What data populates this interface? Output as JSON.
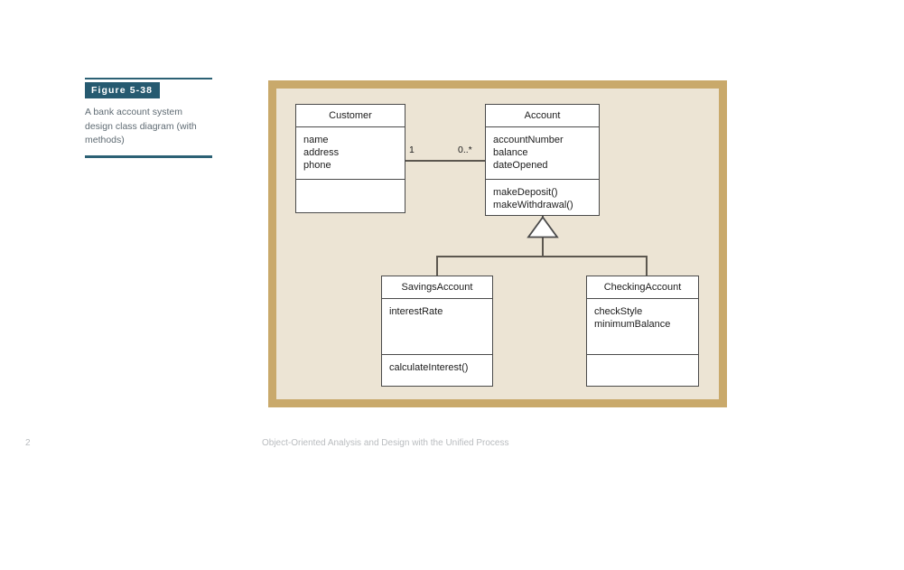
{
  "figure": {
    "badge_label": "Figure 5-38",
    "caption": "A bank account system design class diagram (with methods)",
    "accent_color": "#265a70"
  },
  "panel": {
    "fill_color": "#ece4d4",
    "border_color": "#c9a96b"
  },
  "diagram": {
    "type": "uml-class-diagram",
    "classes": [
      {
        "id": "customer",
        "name": "Customer",
        "attributes": [
          "name",
          "address",
          "phone"
        ],
        "methods": []
      },
      {
        "id": "account",
        "name": "Account",
        "attributes": [
          "accountNumber",
          "balance",
          "dateOpened"
        ],
        "methods": [
          "makeDeposit()",
          "makeWithdrawal()"
        ]
      },
      {
        "id": "savingsaccount",
        "name": "SavingsAccount",
        "attributes": [
          "interestRate"
        ],
        "methods": [
          "calculateInterest()"
        ]
      },
      {
        "id": "checkingaccount",
        "name": "CheckingAccount",
        "attributes": [
          "checkStyle",
          "minimumBalance"
        ],
        "methods": []
      }
    ],
    "relationships": [
      {
        "kind": "association",
        "from": "Customer",
        "to": "Account",
        "from_multiplicity": "1",
        "to_multiplicity": "0..*"
      },
      {
        "kind": "generalization",
        "superclass": "Account",
        "subclasses": [
          "SavingsAccount",
          "CheckingAccount"
        ]
      }
    ]
  },
  "footer": {
    "page_number": "2",
    "book_title": "Object-Oriented Analysis and Design with the Unified Process"
  }
}
